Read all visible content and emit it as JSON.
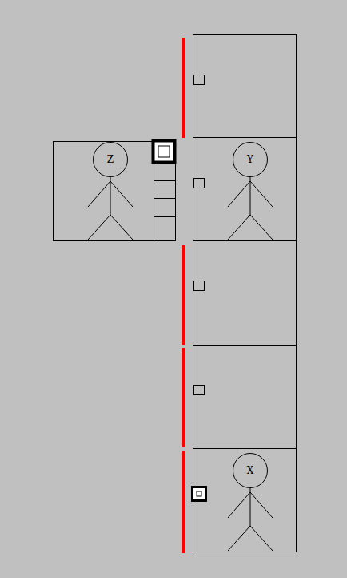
{
  "diagram": {
    "nodes": [
      {
        "text": [
          "Z"
        ]
      },
      {
        "text": [
          "Y"
        ]
      },
      {
        "text": [
          "X"
        ]
      }
    ]
  }
}
